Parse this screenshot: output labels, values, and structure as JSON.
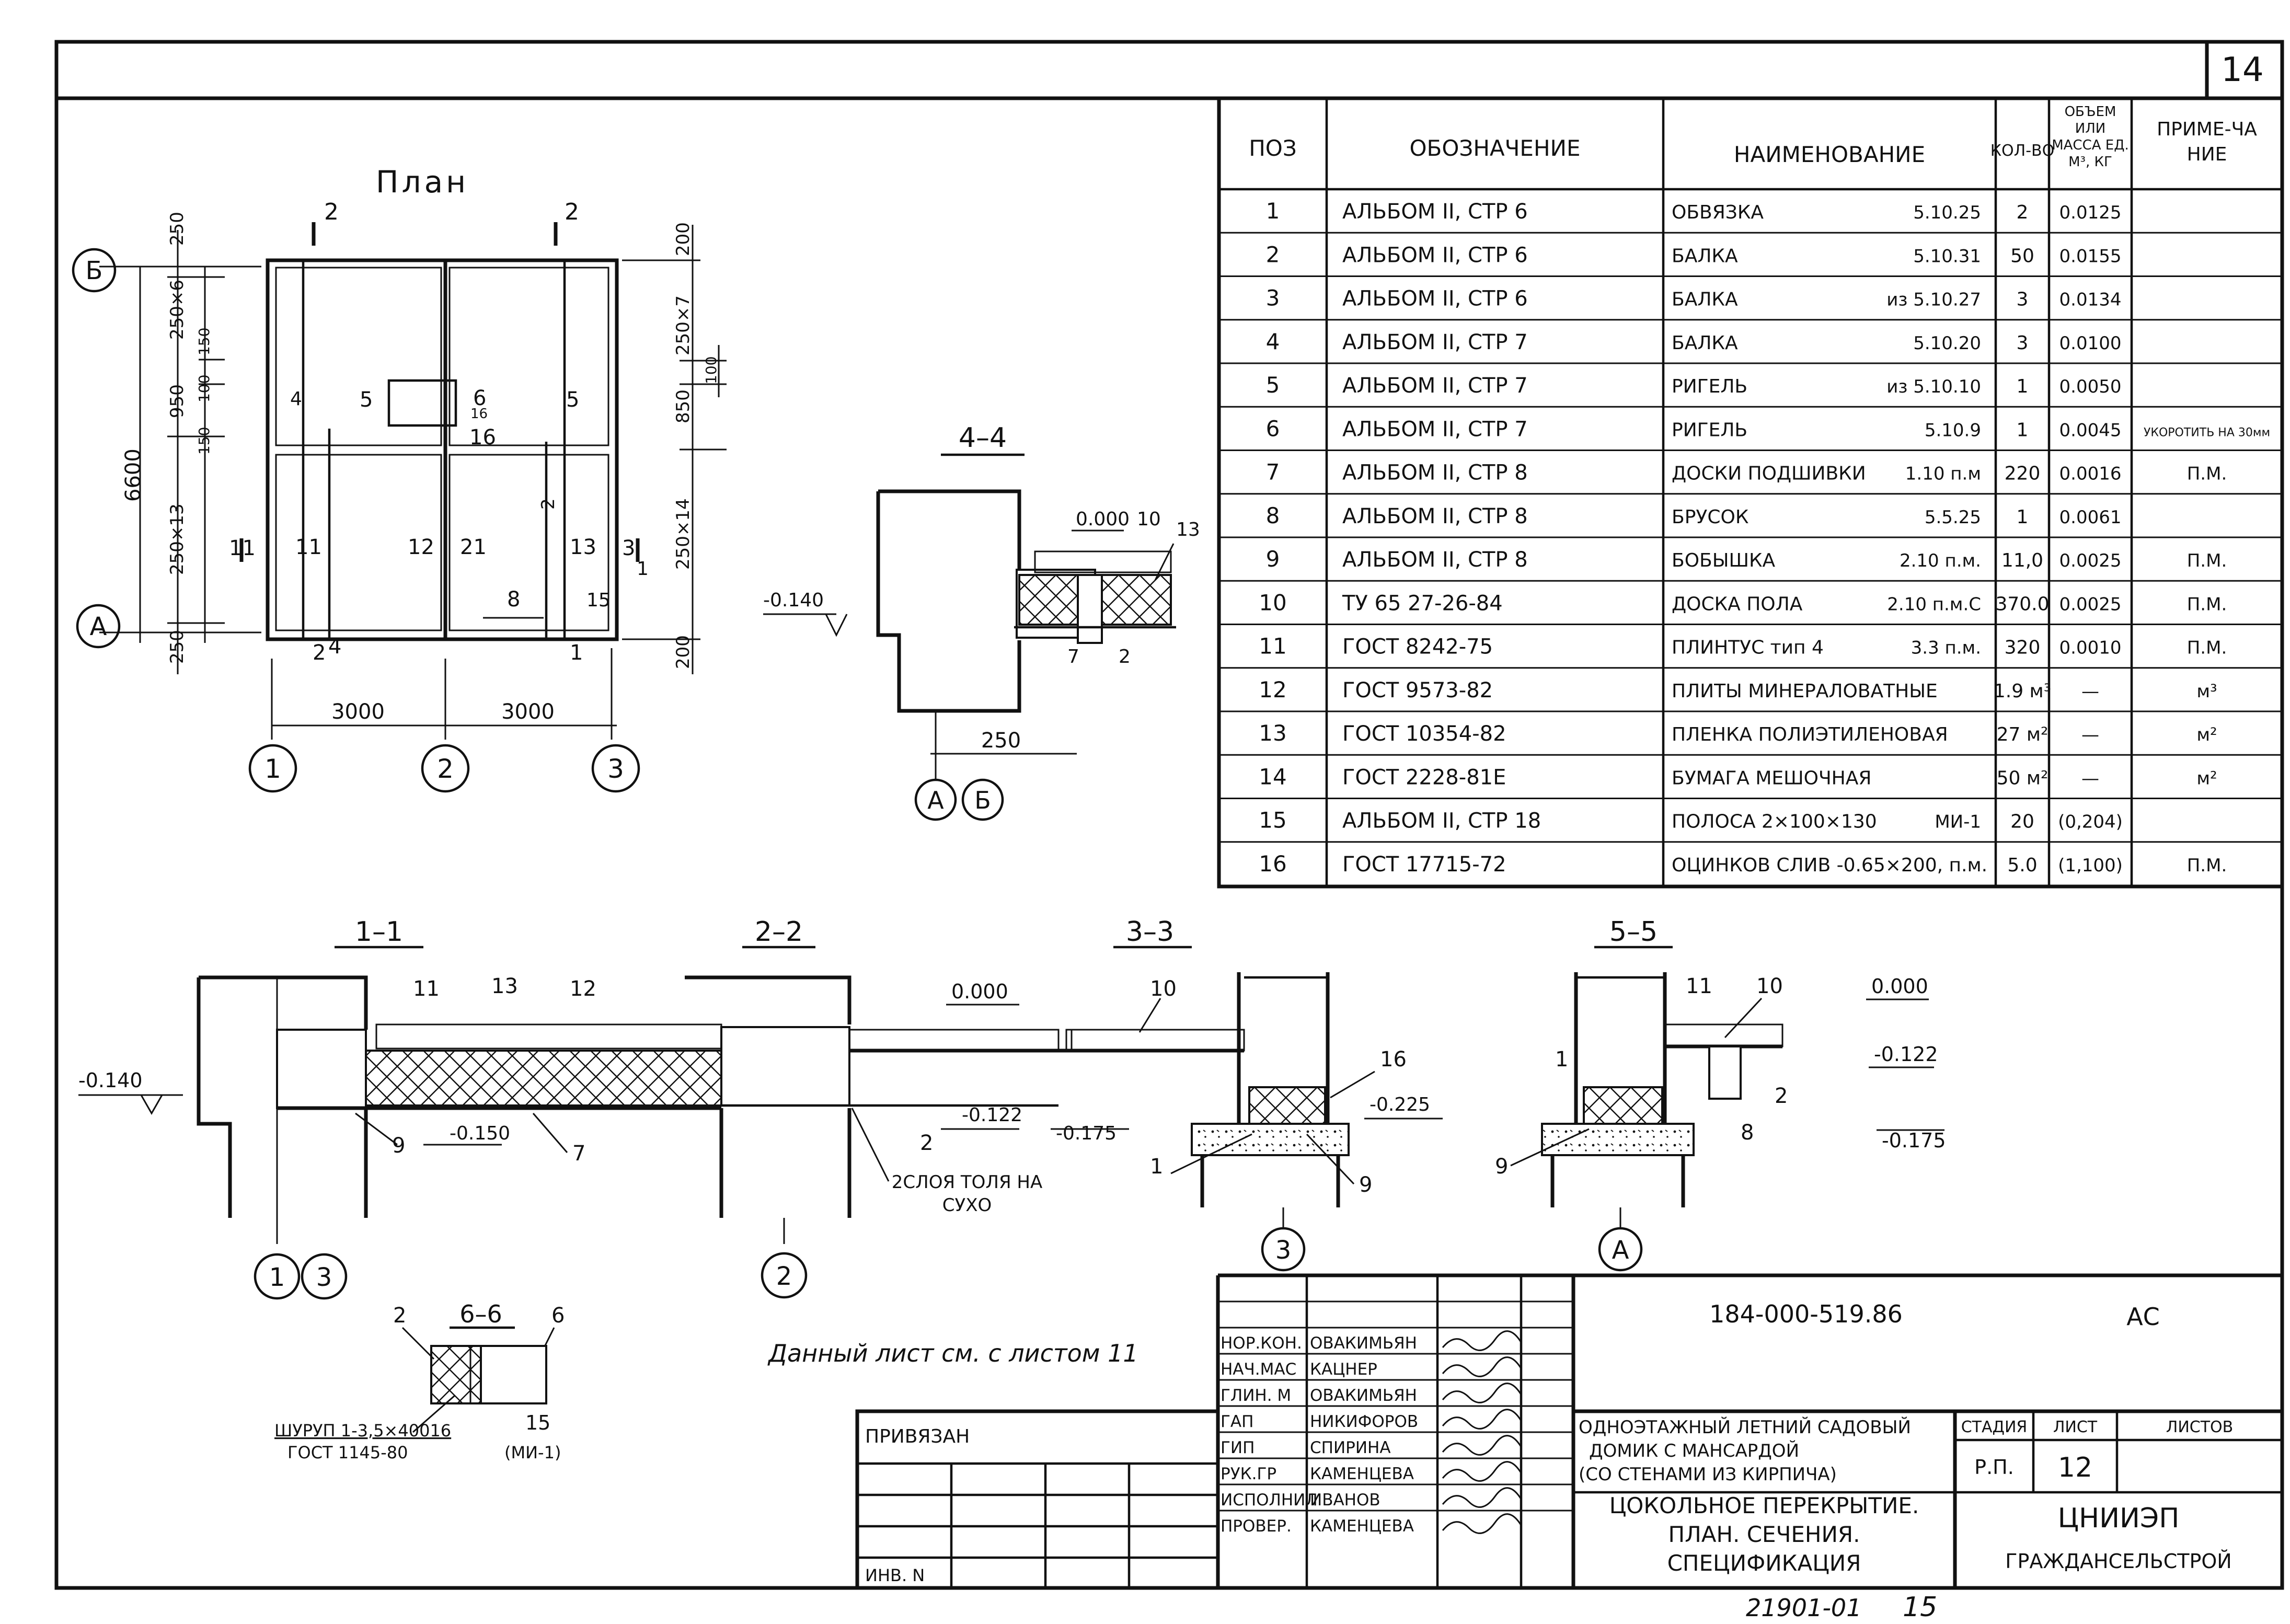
{
  "sheet_number": "14",
  "plan": {
    "title": "План",
    "axis_b": "Б",
    "axis_a": "А",
    "axis_1": "1",
    "axis_2": "2",
    "axis_3": "3",
    "dims_left": [
      "250",
      "250×6",
      "150",
      "100",
      "950",
      "150",
      "250×13",
      "250",
      "6600"
    ],
    "dims_right": [
      "200",
      "250×7",
      "100",
      "850",
      "250×14",
      "200"
    ],
    "dims_bottom": [
      "3000",
      "3000"
    ],
    "labels": [
      "2",
      "2",
      "2",
      "4",
      "5",
      "5",
      "6",
      "16",
      "16",
      "4",
      "11",
      "12",
      "21",
      "13",
      "8",
      "15",
      "1",
      "3",
      "11",
      "1",
      "3",
      "4",
      "2"
    ]
  },
  "section_44": {
    "title": "4–4",
    "mark_000": "0.000",
    "mark_minus140": "-0.140",
    "dim": "250",
    "pos": [
      "10",
      "13",
      "7",
      "2"
    ],
    "axes": [
      "А",
      "Б"
    ]
  },
  "spec": {
    "headers": [
      "ПОЗ",
      "ОБОЗНАЧЕНИЕ",
      "НАИМЕНОВАНИЕ",
      "КОЛ-ВО",
      "ОБЪЕМ ИЛИ МАССА ЕД. М³, КГ",
      "ПРИМЕ-ЧАНИЕ"
    ],
    "rows": [
      [
        "1",
        "АЛЬБОМ II, СТР 6",
        "ОБВЯЗКА",
        "5.10.25",
        "2",
        "0.0125",
        ""
      ],
      [
        "2",
        "АЛЬБОМ II, СТР 6",
        "БАЛКА",
        "5.10.31",
        "50",
        "0.0155",
        ""
      ],
      [
        "3",
        "АЛЬБОМ II, СТР 6",
        "БАЛКА",
        "из 5.10.27",
        "3",
        "0.0134",
        ""
      ],
      [
        "4",
        "АЛЬБОМ II, СТР 7",
        "БАЛКА",
        "5.10.20",
        "3",
        "0.0100",
        ""
      ],
      [
        "5",
        "АЛЬБОМ II, СТР 7",
        "РИГЕЛЬ",
        "из 5.10.10",
        "1",
        "0.0050",
        ""
      ],
      [
        "6",
        "АЛЬБОМ II, СТР 7",
        "РИГЕЛЬ",
        "5.10.9",
        "1",
        "0.0045",
        "УКОРОТИТЬ НА 30мм"
      ],
      [
        "7",
        "АЛЬБОМ II, СТР 8",
        "ДОСКИ ПОДШИВКИ",
        "1.10 п.м",
        "220",
        "0.0016",
        "П.М."
      ],
      [
        "8",
        "АЛЬБОМ II, СТР 8",
        "БРУСОК",
        "5.5.25",
        "1",
        "0.0061",
        ""
      ],
      [
        "9",
        "АЛЬБОМ II, СТР 8",
        "БОБЫШКА",
        "2.10 п.м.",
        "11,0",
        "0.0025",
        "П.М."
      ],
      [
        "10",
        "ТУ 65 27-26-84",
        "ДОСКА ПОЛА",
        "2.10 п.м.С",
        "370.0",
        "0.0025",
        "П.М."
      ],
      [
        "11",
        "ГОСТ 8242-75",
        "ПЛИНТУС тип 4",
        "3.3 п.м.",
        "320",
        "0.0010",
        "П.М."
      ],
      [
        "12",
        "ГОСТ 9573-82",
        "ПЛИТЫ МИНЕРАЛОВАТНЫЕ",
        "",
        "1.9 м³",
        "—",
        "м³"
      ],
      [
        "13",
        "ГОСТ 10354-82",
        "ПЛЕНКА ПОЛИЭТИЛЕНОВАЯ",
        "",
        "27 м²",
        "—",
        "м²"
      ],
      [
        "14",
        "ГОСТ 2228-81Е",
        "БУМАГА МЕШОЧНАЯ",
        "",
        "50 м²",
        "—",
        "м²"
      ],
      [
        "15",
        "АЛЬБОМ II, СТР 18",
        "ПОЛОСА 2×100×130",
        "МИ-1",
        "20",
        "(0,204)",
        ""
      ],
      [
        "16",
        "ГОСТ 17715-72",
        "ОЦИНКОВ СЛИВ -0.65×200, п.м.",
        "",
        "5.0",
        "(1,100)",
        "П.М."
      ]
    ]
  },
  "sections": {
    "s11": {
      "title": "1–1",
      "marks": [
        "-0.140",
        "-0.150"
      ],
      "pos": [
        "11",
        "13",
        "12",
        "9",
        "7"
      ],
      "axes": [
        "1",
        "3"
      ]
    },
    "s22": {
      "title": "2–2",
      "marks": [
        "0.000",
        "-0.122"
      ],
      "pos": [
        "2"
      ],
      "note": "2СЛОЯ ТОЛЯ НА СУХО",
      "axis": "2"
    },
    "s33": {
      "title": "3–3",
      "marks": [
        "-0.175",
        "-0.225"
      ],
      "pos": [
        "10",
        "16",
        "1",
        "9"
      ],
      "axis": "3"
    },
    "s55": {
      "title": "5–5",
      "marks": [
        "0.000",
        "-0.122",
        "-0.175"
      ],
      "pos": [
        "11",
        "10",
        "1",
        "2",
        "8",
        "9"
      ],
      "axis": "А"
    },
    "s66": {
      "title": "6–6",
      "pos": [
        "2",
        "6",
        "15"
      ],
      "note1": "ШУРУП 1-3,5×40016",
      "note2": "ГОСТ 1145-80",
      "note3": "(МИ-1)"
    }
  },
  "note_sheet": "Данный лист см. с листом 11",
  "titleblock": {
    "privyazan": "ПРИВЯЗАН",
    "inv": "ИНВ. N",
    "doc_code": "184-000-519.86",
    "mark": "АС",
    "roles": [
      {
        "role": "НОР.КОН.",
        "name": "ОВАКИМЬЯН"
      },
      {
        "role": "НАЧ.МАС",
        "name": "КАЦНЕР"
      },
      {
        "role": "ГЛИН. М",
        "name": "ОВАКИМЬЯН"
      },
      {
        "role": "ГАП",
        "name": "НИКИФОРОВ"
      },
      {
        "role": "ГИП",
        "name": "СПИРИНА"
      },
      {
        "role": "РУК.ГР",
        "name": "КАМЕНЦЕВА"
      },
      {
        "role": "ИСПОЛНИЛ",
        "name": "ИВАНОВ"
      },
      {
        "role": "ПРОВЕР.",
        "name": "КАМЕНЦЕВА"
      }
    ],
    "project_l1": "ОДНОЭТАЖНЫЙ ЛЕТНИЙ САДОВЫЙ",
    "project_l2": "ДОМИК С МАНСАРДОЙ",
    "project_l3": "(СО СТЕНАМИ ИЗ КИРПИЧА)",
    "sheet_l1": "ЦОКОЛЬНОЕ ПЕРЕКРЫТИЕ.",
    "sheet_l2": "ПЛАН. СЕЧЕНИЯ.",
    "sheet_l3": "СПЕЦИФИКАЦИЯ",
    "stage_h": "СТАДИЯ",
    "list_h": "ЛИСТ",
    "lists_h": "ЛИСТОВ",
    "stage": "Р.П.",
    "list": "12",
    "org1": "ЦНИИЭП",
    "org2": "ГРАЖДАНСЕЛЬСТРОЙ"
  },
  "bottom_code": "21901-01",
  "bottom_num": "15"
}
